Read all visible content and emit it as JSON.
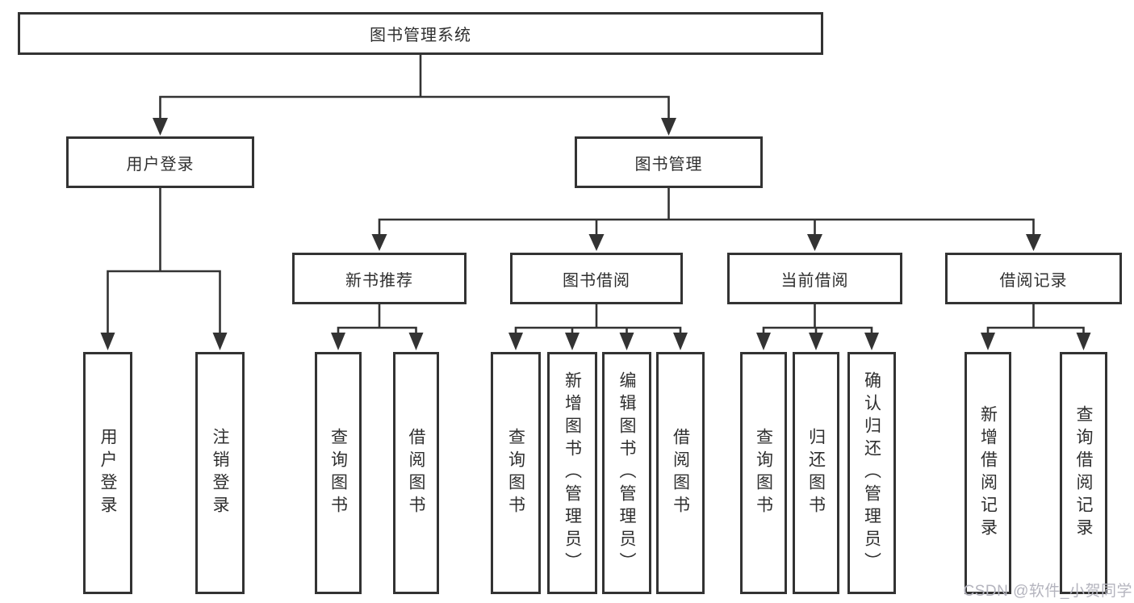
{
  "diagram": {
    "root": {
      "label": "图书管理系统"
    },
    "branches": [
      {
        "label": "用户登录",
        "leaves": [
          {
            "label": "用户登录"
          },
          {
            "label": "注销登录"
          }
        ]
      },
      {
        "label": "图书管理",
        "groups": [
          {
            "label": "新书推荐",
            "leaves": [
              {
                "label": "查询图书"
              },
              {
                "label": "借阅图书"
              }
            ]
          },
          {
            "label": "图书借阅",
            "leaves": [
              {
                "label": "查询图书"
              },
              {
                "label": "新增图书（管理员）"
              },
              {
                "label": "编辑图书（管理员）"
              },
              {
                "label": "借阅图书"
              }
            ]
          },
          {
            "label": "当前借阅",
            "leaves": [
              {
                "label": "查询图书"
              },
              {
                "label": "归还图书"
              },
              {
                "label": "确认归还（管理员）"
              }
            ]
          },
          {
            "label": "借阅记录",
            "leaves": [
              {
                "label": "新增借阅记录"
              },
              {
                "label": "查询借阅记录"
              }
            ]
          }
        ]
      }
    ]
  },
  "watermark": {
    "text": "CSDN @软件_小贺同学"
  },
  "colors": {
    "line": "#333333",
    "text": "#2f2f2f",
    "background": "#ffffff",
    "watermark": "#b4b4be"
  }
}
